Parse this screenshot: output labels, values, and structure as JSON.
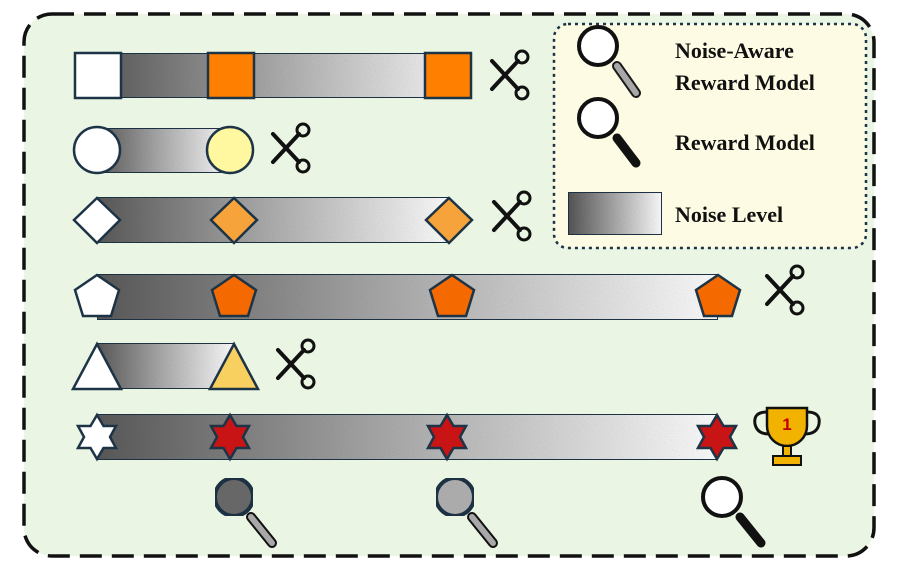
{
  "legend": {
    "noise_aware_label_line1": "Noise-Aware",
    "noise_aware_label_line2": "Reward Model",
    "reward_model_label": "Reward Model",
    "noise_level_label": "Noise Level"
  },
  "trophy": {
    "rank": "1"
  },
  "colors": {
    "panel_fill": "#eaf6e3",
    "legend_fill": "#fdfbe3",
    "outline": "#1d3346",
    "square_mark": "#ff8000",
    "circle_mark": "#fff8a0",
    "diamond_mark": "#f5a33a",
    "pentagon_mark": "#f56a00",
    "triangle_mark": "#f8d060",
    "star_mark": "#c81414",
    "trophy_gold": "#f2b300",
    "magnifier_gray": "#9a9a9a"
  },
  "trajectories": [
    {
      "shape": "square",
      "pruned": true,
      "marks": 2
    },
    {
      "shape": "circle",
      "pruned": true,
      "marks": 1
    },
    {
      "shape": "diamond",
      "pruned": true,
      "marks": 2
    },
    {
      "shape": "pentagon",
      "pruned": true,
      "marks": 3
    },
    {
      "shape": "triangle",
      "pruned": true,
      "marks": 1
    },
    {
      "shape": "star",
      "pruned": false,
      "marks": 3
    }
  ],
  "evaluators": [
    "noise-aware-reward-model",
    "noise-aware-reward-model",
    "reward-model"
  ]
}
